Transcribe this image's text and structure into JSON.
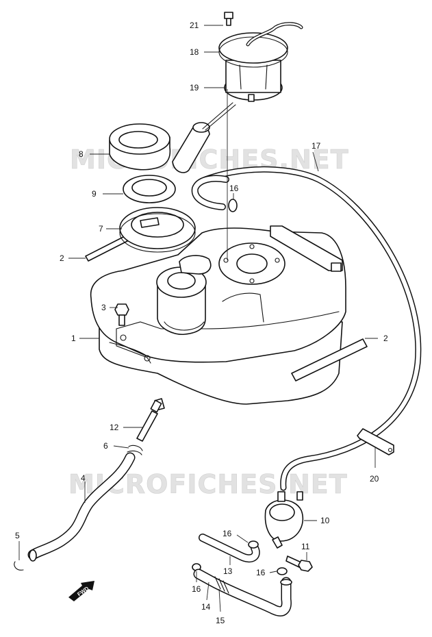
{
  "watermark_top": "MICROFICHES.NET",
  "watermark_bottom": "MICROFICHES.NET",
  "fwd_label": "FWD",
  "callouts": {
    "c1": "1",
    "c2a": "2",
    "c2b": "2",
    "c3": "3",
    "c4": "4",
    "c5": "5",
    "c6": "6",
    "c7": "7",
    "c8": "8",
    "c9": "9",
    "c10": "10",
    "c11": "11",
    "c12": "12",
    "c13": "13",
    "c14": "14",
    "c15": "15",
    "c16a": "16",
    "c16b": "16",
    "c16c": "16",
    "c16d": "16",
    "c17": "17",
    "c18": "18",
    "c19": "19",
    "c20": "20",
    "c21": "21"
  }
}
